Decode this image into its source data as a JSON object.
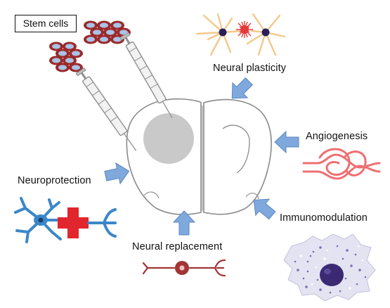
{
  "labels": {
    "stem_cells": "Stem cells",
    "neural_plasticity": "Neural plasticity",
    "angiogenesis": "Angiogenesis",
    "neuroprotection": "Neuroprotection",
    "immunomodulation": "Immunomodulation",
    "neural_replacement": "Neural replacement"
  },
  "colors": {
    "arrow_fill": "#7fa9dc",
    "arrow_stroke": "#5b86c2",
    "cell_dark": "#9b2a2a",
    "cell_light": "#a9c3e6",
    "syringe": "#8f8f8f",
    "brain_outline": "#8a8a8a",
    "lesion": "#c9c9c9",
    "astrocyte": "#f3c98a",
    "astro_nucleus": "#2a1f5a",
    "red_burst": "#e23a3a",
    "vessel": "#ef6f73",
    "neuron_blue": "#3b87c9",
    "cross_red": "#e1262d",
    "macrophage_fill": "#e4e3f1",
    "macrophage_nucleus": "#3b2a73",
    "neuron_red": "#a23535"
  }
}
